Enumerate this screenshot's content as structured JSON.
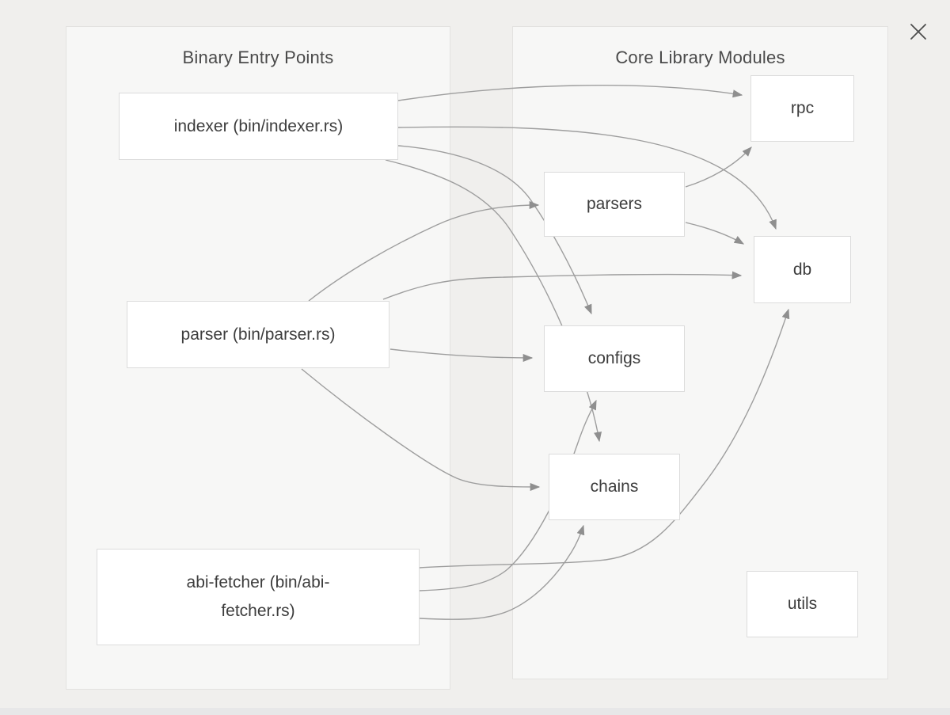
{
  "panels": [
    {
      "title": "Binary Entry Points",
      "nodes": [
        {
          "id": "indexer",
          "label": "indexer (bin/indexer.rs)"
        },
        {
          "id": "parser",
          "label": "parser (bin/parser.rs)"
        },
        {
          "id": "abi-fetcher",
          "label": "abi-fetcher (bin/abi-fetcher.rs)"
        }
      ]
    },
    {
      "title": "Core Library Modules",
      "nodes": [
        {
          "id": "rpc",
          "label": "rpc"
        },
        {
          "id": "parsers",
          "label": "parsers"
        },
        {
          "id": "db",
          "label": "db"
        },
        {
          "id": "configs",
          "label": "configs"
        },
        {
          "id": "chains",
          "label": "chains"
        },
        {
          "id": "utils",
          "label": "utils"
        }
      ]
    }
  ],
  "edges": [
    {
      "from": "indexer",
      "to": "rpc"
    },
    {
      "from": "indexer",
      "to": "db"
    },
    {
      "from": "indexer",
      "to": "configs"
    },
    {
      "from": "indexer",
      "to": "chains"
    },
    {
      "from": "parser",
      "to": "parsers"
    },
    {
      "from": "parser",
      "to": "db"
    },
    {
      "from": "parser",
      "to": "configs"
    },
    {
      "from": "parser",
      "to": "chains"
    },
    {
      "from": "abi-fetcher",
      "to": "db"
    },
    {
      "from": "abi-fetcher",
      "to": "configs"
    },
    {
      "from": "abi-fetcher",
      "to": "chains"
    },
    {
      "from": "parsers",
      "to": "rpc"
    },
    {
      "from": "parsers",
      "to": "db"
    }
  ],
  "icons": {
    "close": "✕"
  },
  "colors": {
    "page_bg": "#f0efed",
    "panel_bg": "#f7f7f6",
    "panel_border": "#e3e2e0",
    "node_bg": "#ffffff",
    "node_border": "#dcdcdc",
    "edge": "#9e9e9e",
    "arrowhead": "#8f8f8f",
    "title_text": "#4a4a4a",
    "node_text": "#3d3d3d"
  }
}
